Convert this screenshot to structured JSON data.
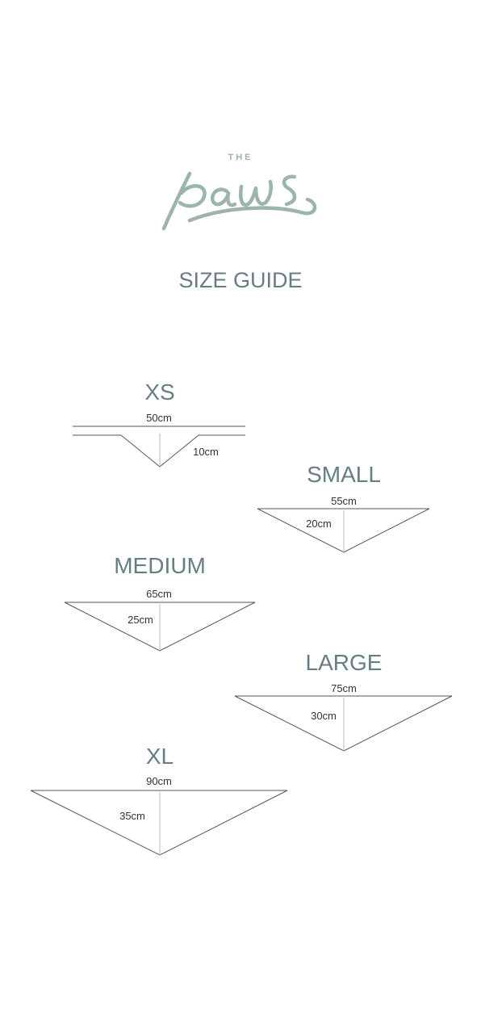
{
  "logo": {
    "small_text": "THE",
    "script_text": "paws",
    "color": "#9bb5ab"
  },
  "page_title": "SIZE GUIDE",
  "sizes": [
    {
      "name": "XS",
      "width": "50cm",
      "depth": "10cm"
    },
    {
      "name": "SMALL",
      "width": "55cm",
      "depth": "20cm"
    },
    {
      "name": "MEDIUM",
      "width": "65cm",
      "depth": "25cm"
    },
    {
      "name": "LARGE",
      "width": "75cm",
      "depth": "30cm"
    },
    {
      "name": "XL",
      "width": "90cm",
      "depth": "35cm"
    }
  ],
  "colors": {
    "heading": "#667d84",
    "outline": "#555555",
    "center_line": "#bbbbbb"
  }
}
